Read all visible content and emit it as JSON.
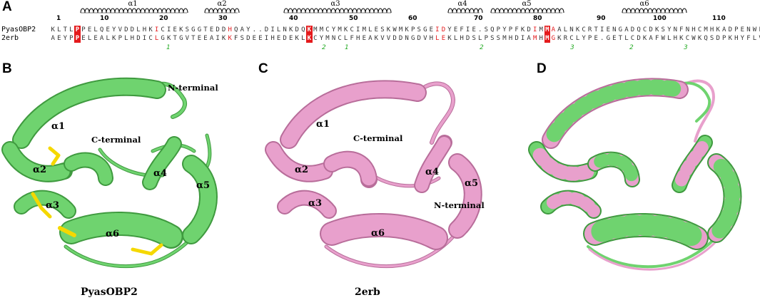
{
  "panels": {
    "a": "A",
    "b": "B",
    "c": "C",
    "d": "D"
  },
  "alignment": {
    "names": [
      "PyasOBP2",
      "2erb"
    ],
    "seq1": "KLTLPPELQEYVDDLHKICIEKSGGTEDDHQAY..DILNKDQKMMCYMKCIMLESKWMKPSGEIDYEFIE.SQPYPFKDIMMAALNKCRTIENGADQCDKSYNFNHCMHKADPENWFPV",
    "seq2": "AEYPPELEALKPLHDICLGKTGVTEEAIKKFSDEEIHEDEKLKCYMNCLFHEAKVVDDNGDVHLEKLHDSLPSSMHDIAMHMGKRCLYPE.GETLCDKAFWLHKCWKQSDPKHYFLV",
    "helices": [
      "α1",
      "α2",
      "α3",
      "α4",
      "α5",
      "α6"
    ],
    "numbers": [
      "1",
      "10",
      "20",
      "30",
      "40",
      "50",
      "60",
      "70",
      "80",
      "90",
      "100",
      "110"
    ],
    "disulfide_marks": [
      "1",
      "2",
      "1",
      "2",
      "3",
      "2",
      "3"
    ]
  },
  "structures": {
    "b": {
      "helix_labels": [
        "α1",
        "α2",
        "α3",
        "α4",
        "α5",
        "α6"
      ],
      "n_terminal": "N-terminal",
      "c_terminal": "C-terminal",
      "caption": "PyasOBP2",
      "color": "#6fd36f"
    },
    "c": {
      "helix_labels": [
        "α1",
        "α2",
        "α3",
        "α4",
        "α5",
        "α6"
      ],
      "n_terminal": "N-terminal",
      "c_terminal": "C-terminal",
      "caption": "2erb",
      "color": "#e8a0cc"
    },
    "d": {
      "colors": [
        "#6fd36f",
        "#e8a0cc"
      ]
    }
  },
  "colors": {
    "identical": "#e41a1c",
    "similar_box": "#4a5bd0",
    "disulfide": "#f5d800",
    "ss_number": "#22aa22"
  }
}
